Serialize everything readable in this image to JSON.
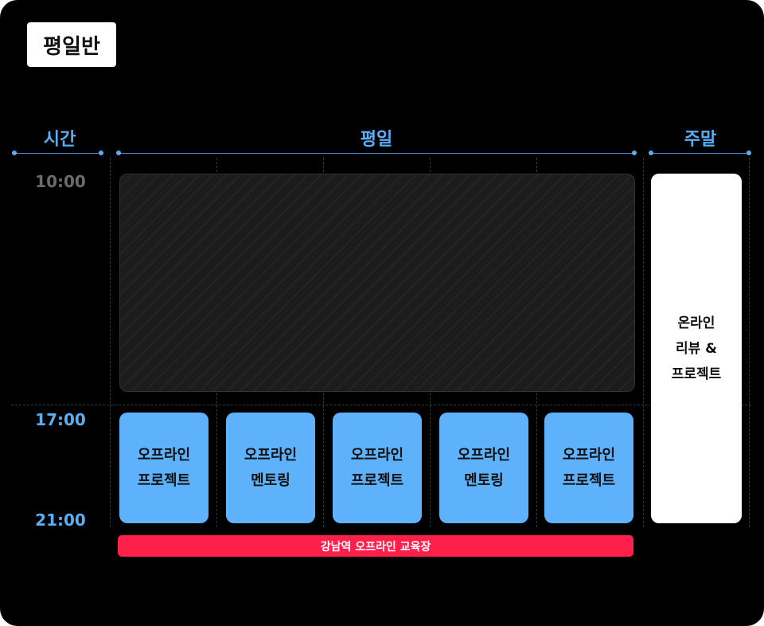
{
  "badge": "평일반",
  "columns": {
    "time": "시간",
    "weekday": "평일",
    "weekend": "주말"
  },
  "times": [
    "10:00",
    "17:00",
    "21:00"
  ],
  "weekday_blocks": [
    {
      "line1": "오프라인",
      "line2": "프로젝트"
    },
    {
      "line1": "오프라인",
      "line2": "멘토링"
    },
    {
      "line1": "오프라인",
      "line2": "프로젝트"
    },
    {
      "line1": "오프라인",
      "line2": "멘토링"
    },
    {
      "line1": "오프라인",
      "line2": "프로젝트"
    }
  ],
  "weekend_block": {
    "line1": "온라인",
    "line2": "리뷰 &",
    "line3": "프로젝트"
  },
  "location_bar": "강남역 오프라인 교육장",
  "colors": {
    "accent": "#5aaef5",
    "block": "#5eb1fb",
    "location": "#ff1f4b",
    "time_past": "#6b6b6b"
  }
}
